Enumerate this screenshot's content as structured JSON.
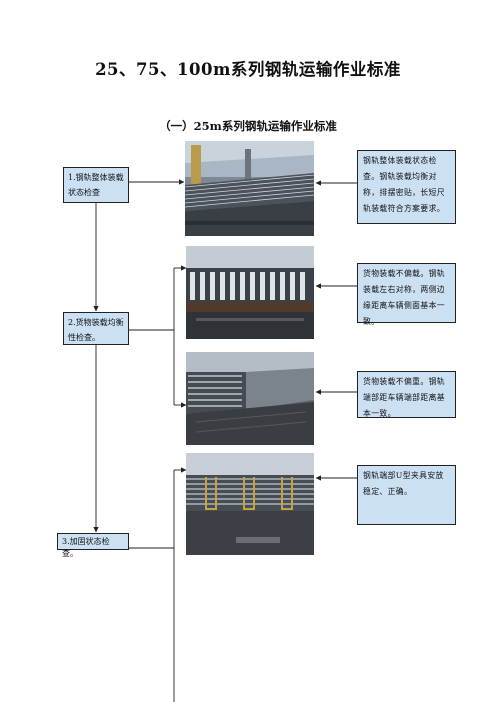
{
  "doc": {
    "title": "25、75、100m系列钢轨运输作业标准",
    "subtitle": "（一）25m系列钢轨运输作业标准"
  },
  "steps": [
    {
      "label": "1.钢轨整体装载状态检查"
    },
    {
      "label": "2.货物装载均衡性检查。"
    },
    {
      "label": "3.加固状态检查。"
    }
  ],
  "notes": [
    {
      "text": "钢轨整体装载状态检查。钢轨装载均衡对称，排摆密贴，长短尺轨装载符合方案要求。"
    },
    {
      "text": "货物装载不偏载。钢轨装载左右对称，两侧边缘距离车辆侧面基本一致。"
    },
    {
      "text": "货物装载不偏重。钢轨端部距车辆端部距离基本一致。"
    },
    {
      "text": "钢轨端部U型夹具安放稳定、正确。"
    }
  ],
  "photos": [
    {
      "subject": "rail-loading-overview"
    },
    {
      "subject": "rail-side-balance"
    },
    {
      "subject": "rail-end-distance"
    },
    {
      "subject": "rail-u-clamp"
    }
  ],
  "colors": {
    "box_fill": "#cce0f4",
    "line": "#222222"
  }
}
